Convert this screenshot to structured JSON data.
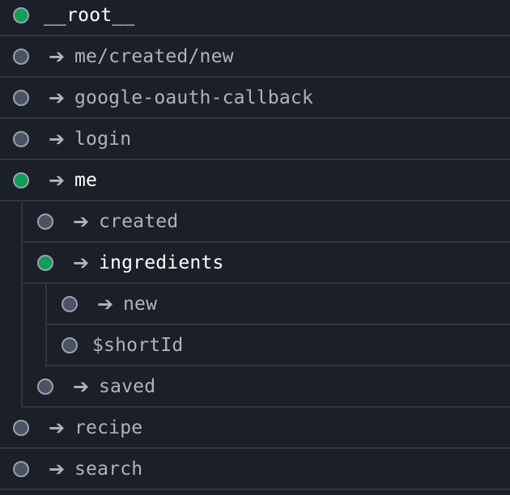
{
  "routes": [
    {
      "id": "root",
      "label": "__root__",
      "active": true,
      "arrow": false
    },
    {
      "id": "me-created-new",
      "label": "me/created/new",
      "active": false,
      "arrow": true
    },
    {
      "id": "google-oauth-callback",
      "label": "google-oauth-callback",
      "active": false,
      "arrow": true
    },
    {
      "id": "login",
      "label": "login",
      "active": false,
      "arrow": true
    },
    {
      "id": "me",
      "label": "me",
      "active": true,
      "arrow": true
    },
    {
      "id": "me-created",
      "label": "created",
      "active": false,
      "arrow": true
    },
    {
      "id": "me-ingredients",
      "label": "ingredients",
      "active": true,
      "arrow": true
    },
    {
      "id": "me-ingredients-new",
      "label": "new",
      "active": false,
      "arrow": true
    },
    {
      "id": "me-ingredients-shortid",
      "label": "$shortId",
      "active": false,
      "arrow": false
    },
    {
      "id": "me-saved",
      "label": "saved",
      "active": false,
      "arrow": true
    },
    {
      "id": "recipe",
      "label": "recipe",
      "active": false,
      "arrow": true
    },
    {
      "id": "search",
      "label": "search",
      "active": false,
      "arrow": true
    }
  ],
  "icons": {
    "arrow_glyph": "➔",
    "active_color": "#0f9d58",
    "inactive_color": "#4a5264"
  }
}
